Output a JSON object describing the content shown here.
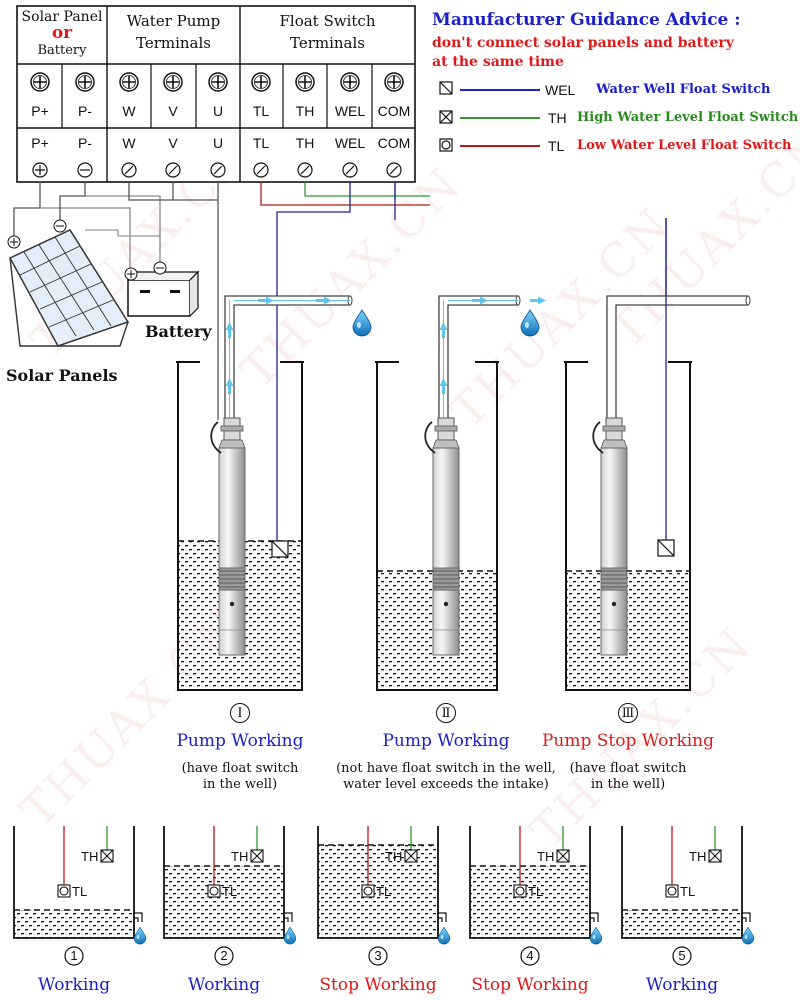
{
  "colors": {
    "blue": "#1c20c8",
    "red": "#e11818",
    "green": "#2a8a1e",
    "wire_blue": "#23239c",
    "wire_red": "#b21a1a",
    "wire_green": "#2f9b2f",
    "water_arrow": "#5fc6ea"
  },
  "terminal_box": {
    "headers": [
      {
        "id": "power",
        "lines": [
          "Solar Panel",
          "or",
          "Battery"
        ]
      },
      {
        "id": "pump",
        "lines": [
          "Water Pump",
          "Terminals"
        ]
      },
      {
        "id": "float",
        "lines": [
          "Float Switch",
          "Terminals"
        ]
      }
    ],
    "top_labels": [
      "P+",
      "P-",
      "W",
      "V",
      "U",
      "TL",
      "TH",
      "WEL",
      "COM"
    ],
    "bottom_labels": [
      "P+",
      "P-",
      "W",
      "V",
      "U",
      "TL",
      "TH",
      "WEL",
      "COM"
    ]
  },
  "advice": {
    "title": "Manufacturer Guidance Advice :",
    "line1": "don't connect solar panels and battery",
    "line2": "at the same time"
  },
  "legend": [
    {
      "symbol": "slash-box",
      "code": "WEL",
      "desc": "Water Well Float Switch",
      "color": "#1c20c8"
    },
    {
      "symbol": "x-box",
      "code": "TH",
      "desc": "High Water Level Float Switch",
      "color": "#2a8a1e"
    },
    {
      "symbol": "circle-box",
      "code": "TL",
      "desc": "Low Water Level Float Switch",
      "color": "#e11818"
    }
  ],
  "labels": {
    "battery": "Battery",
    "solar_panels": "Solar Panels"
  },
  "wells": [
    {
      "numeral": "Ⅰ",
      "status": "Pump Working",
      "status_color": "#1c20c8",
      "note": [
        "(have float switch",
        "in the well)"
      ]
    },
    {
      "numeral": "Ⅱ",
      "status": "Pump Working",
      "status_color": "#1c20c8",
      "note": [
        "(not have float switch in the well,",
        "water level exceeds the intake)"
      ]
    },
    {
      "numeral": "Ⅲ",
      "status": "Pump Stop Working",
      "status_color": "#e11818",
      "note": [
        "(have float switch",
        "in the well)"
      ]
    }
  ],
  "tanks": [
    {
      "num": "1",
      "status": "Working",
      "status_color": "#1c20c8",
      "th": "TH",
      "tl": "TL"
    },
    {
      "num": "2",
      "status": "Working",
      "status_color": "#1c20c8",
      "th": "TH",
      "tl": "TL"
    },
    {
      "num": "3",
      "status": "Stop Working",
      "status_color": "#e11818",
      "th": "TH",
      "tl": "TL"
    },
    {
      "num": "4",
      "status": "Stop Working",
      "status_color": "#e11818",
      "th": "TH",
      "tl": "TL"
    },
    {
      "num": "5",
      "status": "Working",
      "status_color": "#1c20c8",
      "th": "TH",
      "tl": "TL"
    }
  ],
  "watermark": "THUAX.CN"
}
